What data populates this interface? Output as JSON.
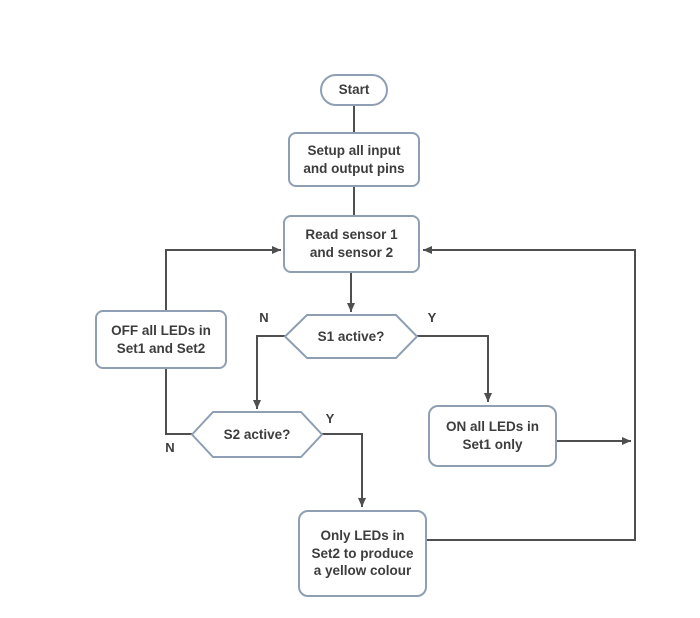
{
  "colors": {
    "node_border": "#8e9fb4",
    "node_fill": "#ffffff",
    "connector": "#4f4f4f",
    "text": "#3d3d3d"
  },
  "nodes": {
    "start": {
      "label": "Start",
      "shape": "terminator"
    },
    "setup": {
      "label": "Setup all input\nand output pins",
      "shape": "process"
    },
    "read": {
      "label": "Read sensor 1\nand sensor 2",
      "shape": "process"
    },
    "s1": {
      "label": "S1 active?",
      "shape": "decision"
    },
    "s2": {
      "label": "S2 active?",
      "shape": "decision"
    },
    "off": {
      "label": "OFF all LEDs in\nSet1 and Set2",
      "shape": "process"
    },
    "on": {
      "label": "ON all LEDs in\nSet1 only",
      "shape": "process"
    },
    "only": {
      "label": "Only LEDs in\nSet2 to produce\na yellow colour",
      "shape": "process"
    }
  },
  "edge_labels": {
    "s1_no": "N",
    "s1_yes": "Y",
    "s2_no": "N",
    "s2_yes": "Y"
  }
}
